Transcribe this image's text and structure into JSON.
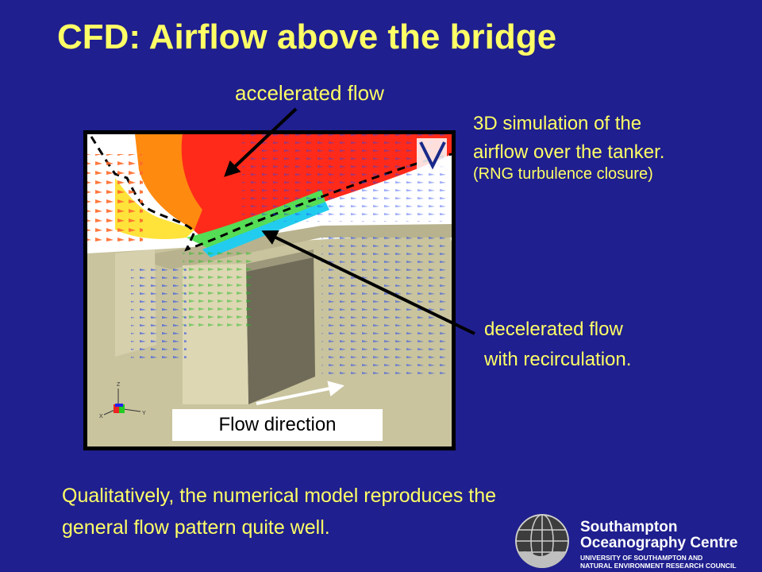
{
  "slide": {
    "title": "CFD: Airflow above the bridge",
    "accelerated_label": "accelerated flow",
    "simulation_line1": "3D simulation of the",
    "simulation_line2": "airflow over the tanker.",
    "simulation_note": "(RNG turbulence closure)",
    "decelerated_line1": "decelerated flow",
    "decelerated_line2": "with recirculation.",
    "flow_direction": "Flow direction",
    "conclusion_line1": "Qualitatively,  the numerical model reproduces the",
    "conclusion_line2": "general flow pattern quite well."
  },
  "axes_triad": {
    "z": "Z",
    "x": "X",
    "y": "Y"
  },
  "logo": {
    "line1": "Southampton",
    "line2": "Oceanography Centre",
    "line3": "UNIVERSITY OF SOUTHAMPTON AND",
    "line4": "NATURAL ENVIRONMENT RESEARCH COUNCIL"
  },
  "colors": {
    "background": "#1f1f8f",
    "text": "#ffff66",
    "accelerated": "#ff2a1a",
    "decelerated": "#0022cc"
  },
  "icons": [
    "arrow-icon",
    "globe-icon",
    "axes-icon"
  ]
}
